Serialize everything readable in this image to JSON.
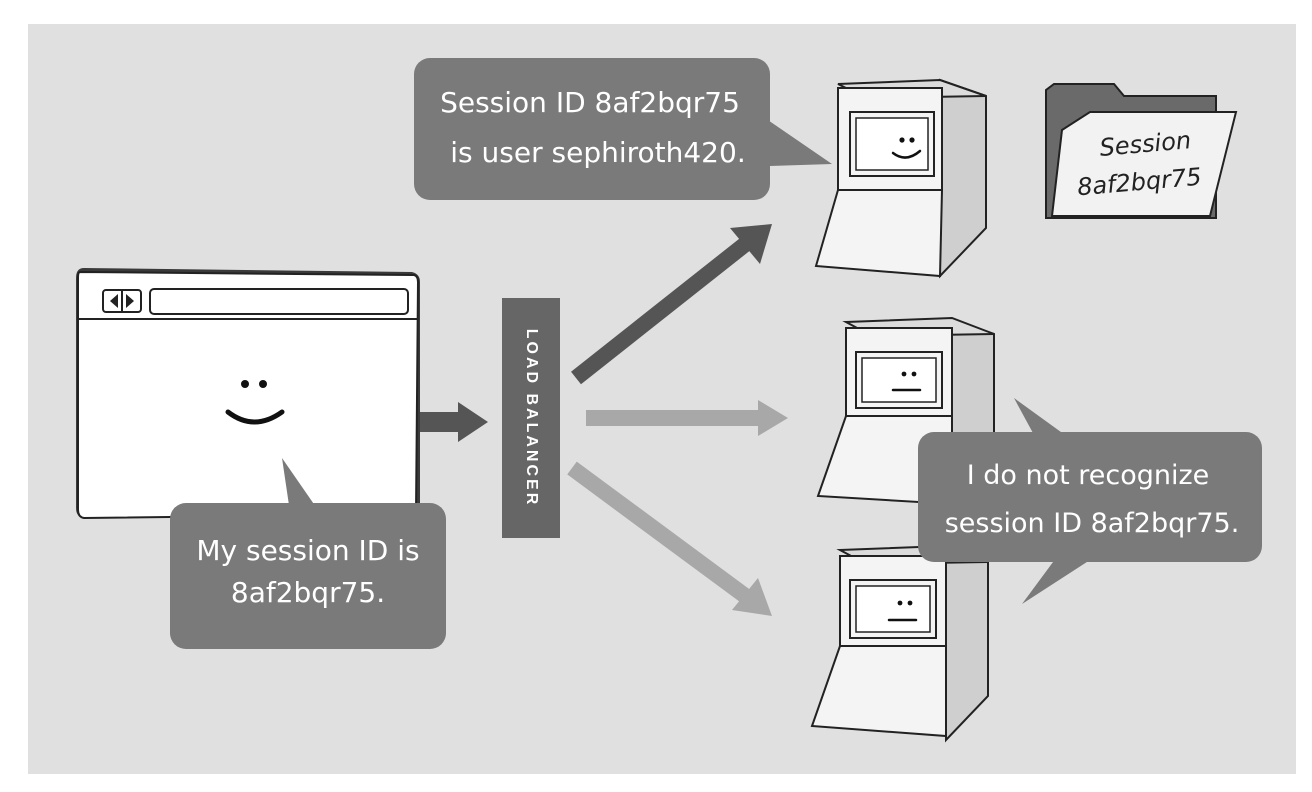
{
  "background_color": "#e0e0e0",
  "load_balancer": {
    "label": "LOAD BALANCER",
    "color": "#666666"
  },
  "browser": {
    "nav_icons": [
      "back-arrow-icon",
      "forward-arrow-icon"
    ],
    "face": "happy"
  },
  "speech": {
    "client": {
      "line1": "My session ID is",
      "line2": "8af2bqr75."
    },
    "server_known": {
      "line1": "Session ID 8af2bqr75",
      "line2": "is user sephiroth420."
    },
    "server_unknown": {
      "line1": "I do not recognize",
      "line2": "session ID 8af2bqr75."
    }
  },
  "session_folder": {
    "line1": "Session",
    "line2": "8af2bqr75"
  },
  "servers": [
    {
      "id": "server-top",
      "face": "happy",
      "routed": true
    },
    {
      "id": "server-middle",
      "face": "neutral",
      "routed": false
    },
    {
      "id": "server-bottom",
      "face": "neutral",
      "routed": false
    }
  ],
  "colors": {
    "bubble": "#7a7a7a",
    "arrow_active": "#555555",
    "arrow_inactive": "#a8a8a8",
    "folder_back": "#6a6a6a",
    "folder_front": "#f2f2f2"
  }
}
